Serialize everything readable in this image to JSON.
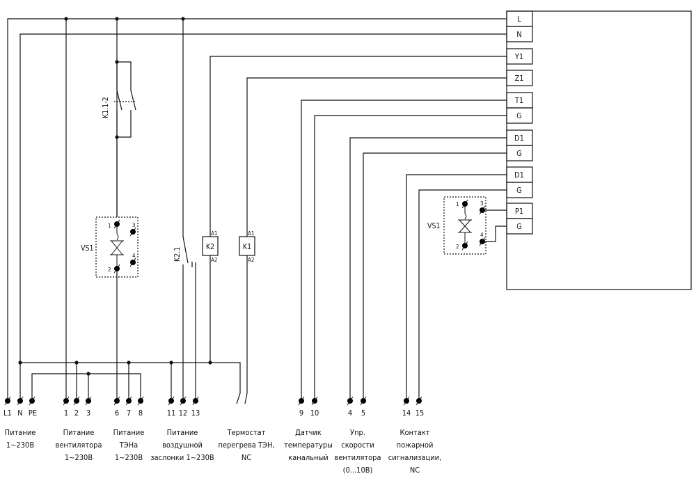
{
  "controller": {
    "terminals": [
      "L",
      "N",
      "Y1",
      "Z1",
      "T1",
      "G",
      "D1",
      "G",
      "D1",
      "G",
      "P1",
      "G"
    ]
  },
  "devices": {
    "k11_2": "K1.1-2",
    "vs1_left": "VS1",
    "vs1_right": "VS1",
    "k21": "K2.1",
    "k2": "K2",
    "k1": "K1",
    "coil_a1": "A1",
    "coil_a2": "A2",
    "vs_pins": [
      "1",
      "2",
      "3",
      "4"
    ]
  },
  "bottom_terminals": [
    "L1",
    "N",
    "PE",
    "1",
    "2",
    "3",
    "6",
    "7",
    "8",
    "11",
    "12",
    "13",
    "9",
    "10",
    "4",
    "5",
    "14",
    "15"
  ],
  "captions": [
    [
      "Питание",
      "1~230В"
    ],
    [
      "Питание",
      "вентилятора",
      "1~230В"
    ],
    [
      "Питание",
      "ТЭНа",
      "1~230В"
    ],
    [
      "Питание",
      "воздушной",
      "заслонки 1~230В"
    ],
    [
      "Термостат",
      "перегрева ТЭН,",
      "NC"
    ],
    [
      "Датчик",
      "температуры",
      "канальный"
    ],
    [
      "Упр.",
      "скорости",
      "вентилятора",
      "(0...10В)"
    ],
    [
      "Контакт",
      "пожарной",
      "сигнализации,",
      "NC"
    ]
  ]
}
